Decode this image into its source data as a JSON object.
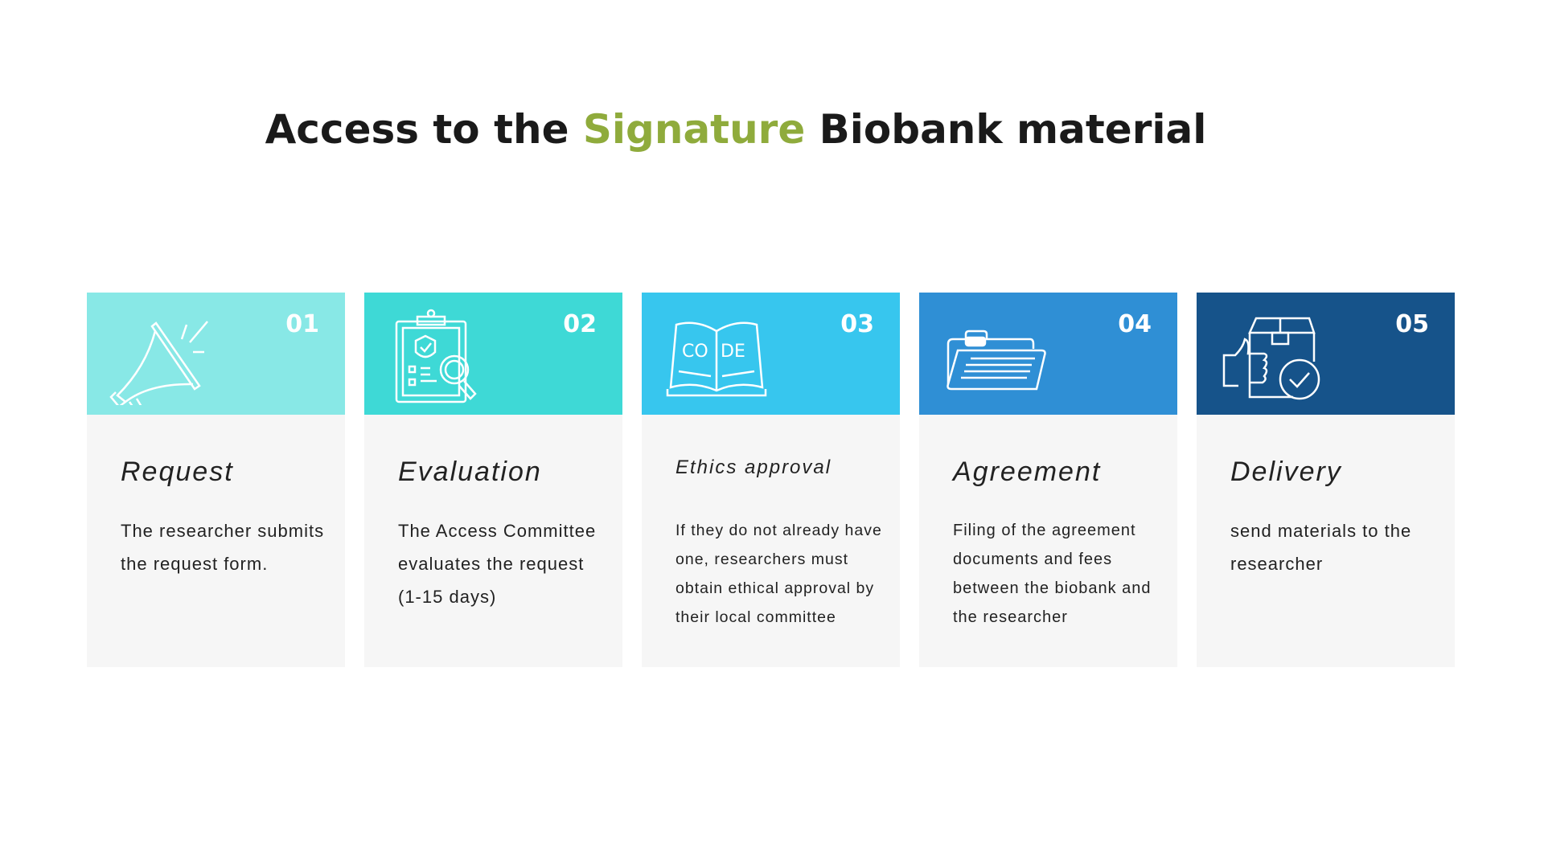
{
  "title": {
    "prefix": "Access to the",
    "accent": "Signature",
    "suffix": "Biobank material",
    "accent_color": "#8fab3c"
  },
  "steps": [
    {
      "number": "01",
      "name": "Request",
      "description": "The researcher submits the request form.",
      "icon": "megaphone-icon",
      "color": "#88e8e6"
    },
    {
      "number": "02",
      "name": "Evaluation",
      "description": "The Access Committee evaluates the request (1-15 days)",
      "icon": "clipboard-search-icon",
      "color": "#3ed9d6"
    },
    {
      "number": "03",
      "name": "Ethics approval",
      "description": "If they do not already have one, researchers must obtain ethical approval by their local committee",
      "icon": "code-book-icon",
      "icon_text_left": "CO",
      "icon_text_right": "DE",
      "color": "#37c6ee"
    },
    {
      "number": "04",
      "name": "Agreement",
      "description": "Filing of the agreement documents and fees between the biobank and the researcher",
      "icon": "folder-icon",
      "color": "#2f8fd5"
    },
    {
      "number": "05",
      "name": "Delivery",
      "description": "send materials to the researcher",
      "icon": "package-delivered-icon",
      "color": "#16538a"
    }
  ]
}
